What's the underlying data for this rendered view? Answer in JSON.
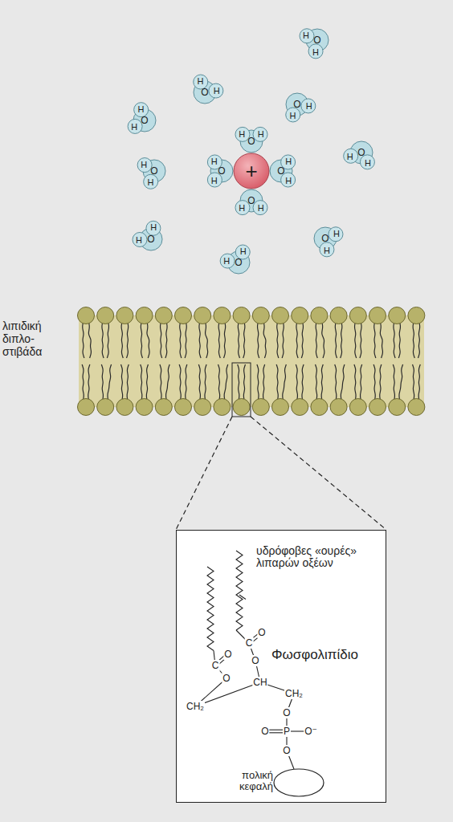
{
  "diagram": {
    "nodes": [
      {
        "text": [
          "H",
          "O",
          "H"
        ]
      },
      {
        "text": [
          "H",
          "O",
          "H"
        ]
      },
      {
        "text": [
          "H",
          "O",
          "H"
        ]
      },
      {
        "text": [
          "H",
          "O",
          "H"
        ]
      },
      {
        "text": [
          "H",
          "O",
          "H"
        ]
      },
      {
        "text": [
          "H",
          "O",
          "H"
        ]
      },
      {
        "text": [
          "H",
          "O",
          "H"
        ]
      },
      {
        "text": [
          "H",
          "O",
          "H"
        ]
      },
      {
        "text": [
          "+"
        ]
      },
      {
        "text": [
          "H",
          "O",
          "H"
        ]
      },
      {
        "text": [
          "H",
          "O",
          "H"
        ]
      },
      {
        "text": [
          "H",
          "O",
          "H"
        ]
      },
      {
        "text": [
          "H",
          "O",
          "H"
        ]
      },
      {
        "text": [
          "H",
          "O",
          "H"
        ]
      },
      {
        "text": [
          "υδρόφοβες «ουρές» λιπαρών οξέων",
          "Φωσφολιπίδιο",
          "πολική κεφαλή"
        ]
      }
    ],
    "labels": [
      "λιπιδική διπλο- στιβάδα",
      "O",
      "C",
      "O",
      "O",
      "C",
      "O",
      "CH₂",
      "CH",
      "CH₂",
      "O",
      "O",
      "P",
      "O⁻",
      "O"
    ]
  }
}
